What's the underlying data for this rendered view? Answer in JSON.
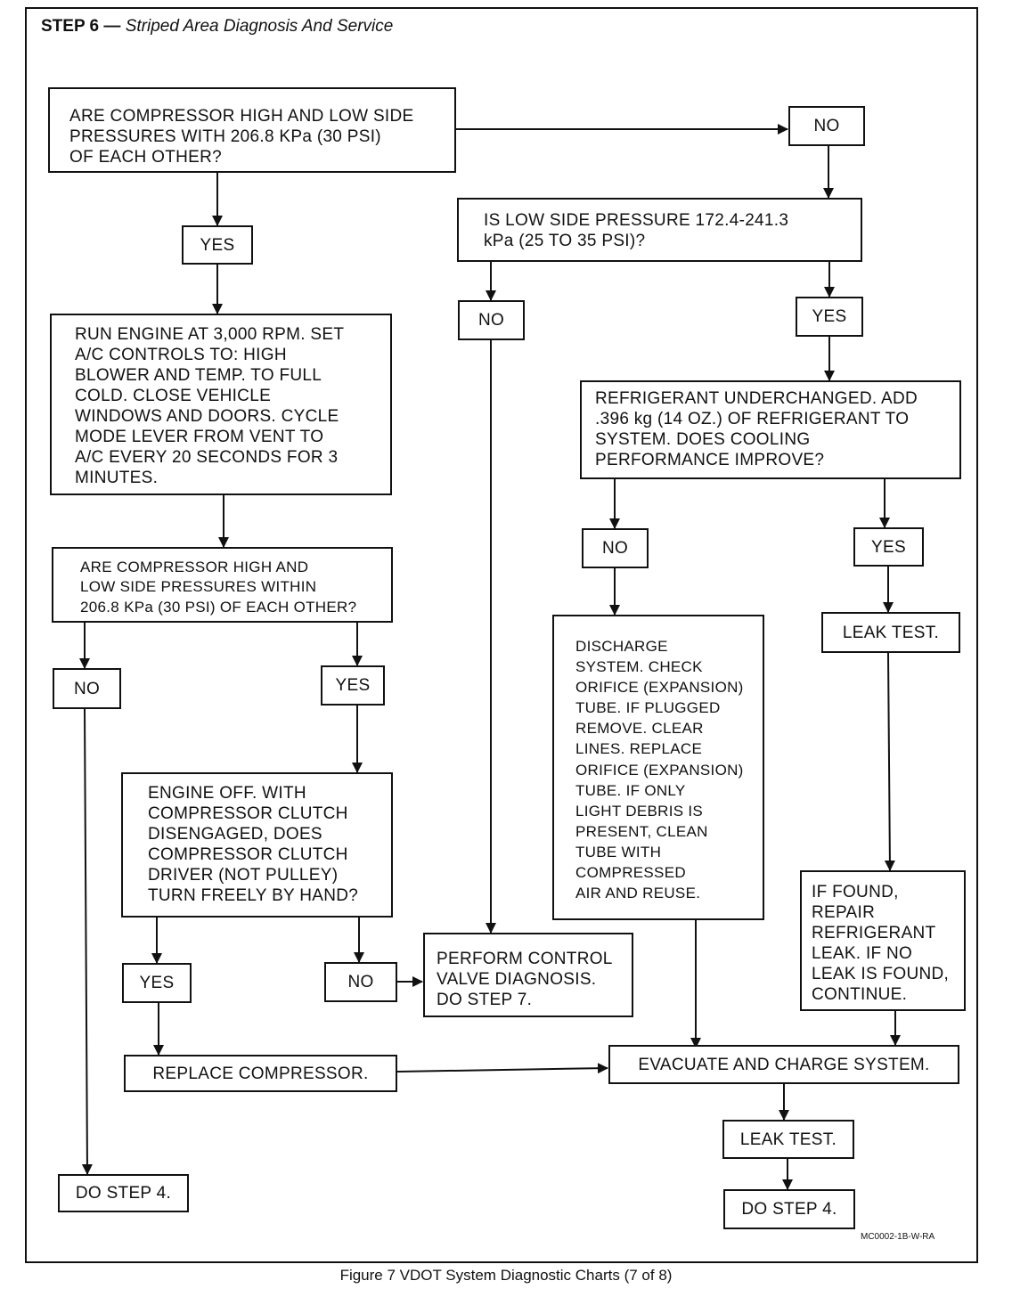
{
  "header": {
    "step": "STEP 6 —",
    "subtitle": "Striped Area Diagnosis And Service"
  },
  "nodes": {
    "q_pressures_within_30": "ARE COMPRESSOR HIGH AND LOW SIDE\nPRESSURES WITH 206.8 KPa (30 PSI)\nOF EACH OTHER?",
    "no_1": "NO",
    "yes_1": "YES",
    "q_low_side": "IS LOW SIDE PRESSURE 172.4-241.3\nkPa (25 TO 35 PSI)?",
    "no_2": "NO",
    "yes_2": "YES",
    "run_engine": "RUN ENGINE AT 3,000 RPM. SET\nA/C CONTROLS TO: HIGH\nBLOWER AND TEMP. TO FULL\nCOLD. CLOSE VEHICLE\nWINDOWS AND DOORS. CYCLE\nMODE LEVER FROM VENT TO\nA/C EVERY 20 SECONDS FOR 3\nMINUTES.",
    "refrigerant_undercharged": "REFRIGERANT UNDERCHANGED. ADD\n.396 kg (14 OZ.) OF REFRIGERANT TO\nSYSTEM. DOES COOLING\nPERFORMANCE IMPROVE?",
    "no_3": "NO",
    "yes_3": "YES",
    "q_pressures_within_2": "ARE COMPRESSOR HIGH AND\nLOW SIDE PRESSURES WITHIN\n206.8 KPa (30 PSI) OF EACH OTHER?",
    "no_4": "NO",
    "yes_4": "YES",
    "leak_test_1": "LEAK TEST.",
    "discharge_system": "DISCHARGE\nSYSTEM. CHECK\nORIFICE (EXPANSION)\nTUBE. IF PLUGGED\nREMOVE. CLEAR\nLINES. REPLACE\nORIFICE (EXPANSION)\nTUBE. IF ONLY\nLIGHT DEBRIS IS\nPRESENT, CLEAN\nTUBE WITH\nCOMPRESSED\nAIR AND REUSE.",
    "engine_off": "ENGINE OFF. WITH\nCOMPRESSOR CLUTCH\nDISENGAGED, DOES\nCOMPRESSOR CLUTCH\nDRIVER (NOT PULLEY)\nTURN FREELY BY HAND?",
    "if_found": "IF FOUND,\nREPAIR\nREFRIGERANT\nLEAK. IF NO\nLEAK IS FOUND,\nCONTINUE.",
    "yes_5": "YES",
    "no_5": "NO",
    "perform_control_valve": "PERFORM CONTROL\nVALVE DIAGNOSIS.\nDO STEP 7.",
    "replace_compressor": "REPLACE COMPRESSOR.",
    "evacuate_charge": "EVACUATE AND CHARGE SYSTEM.",
    "leak_test_2": "LEAK TEST.",
    "do_step_4_left": "DO STEP 4.",
    "do_step_4_right": "DO STEP 4."
  },
  "code": "MC0002-1B-W-RA",
  "caption": "Figure 7 VDOT System Diagnostic Charts (7 of 8)"
}
